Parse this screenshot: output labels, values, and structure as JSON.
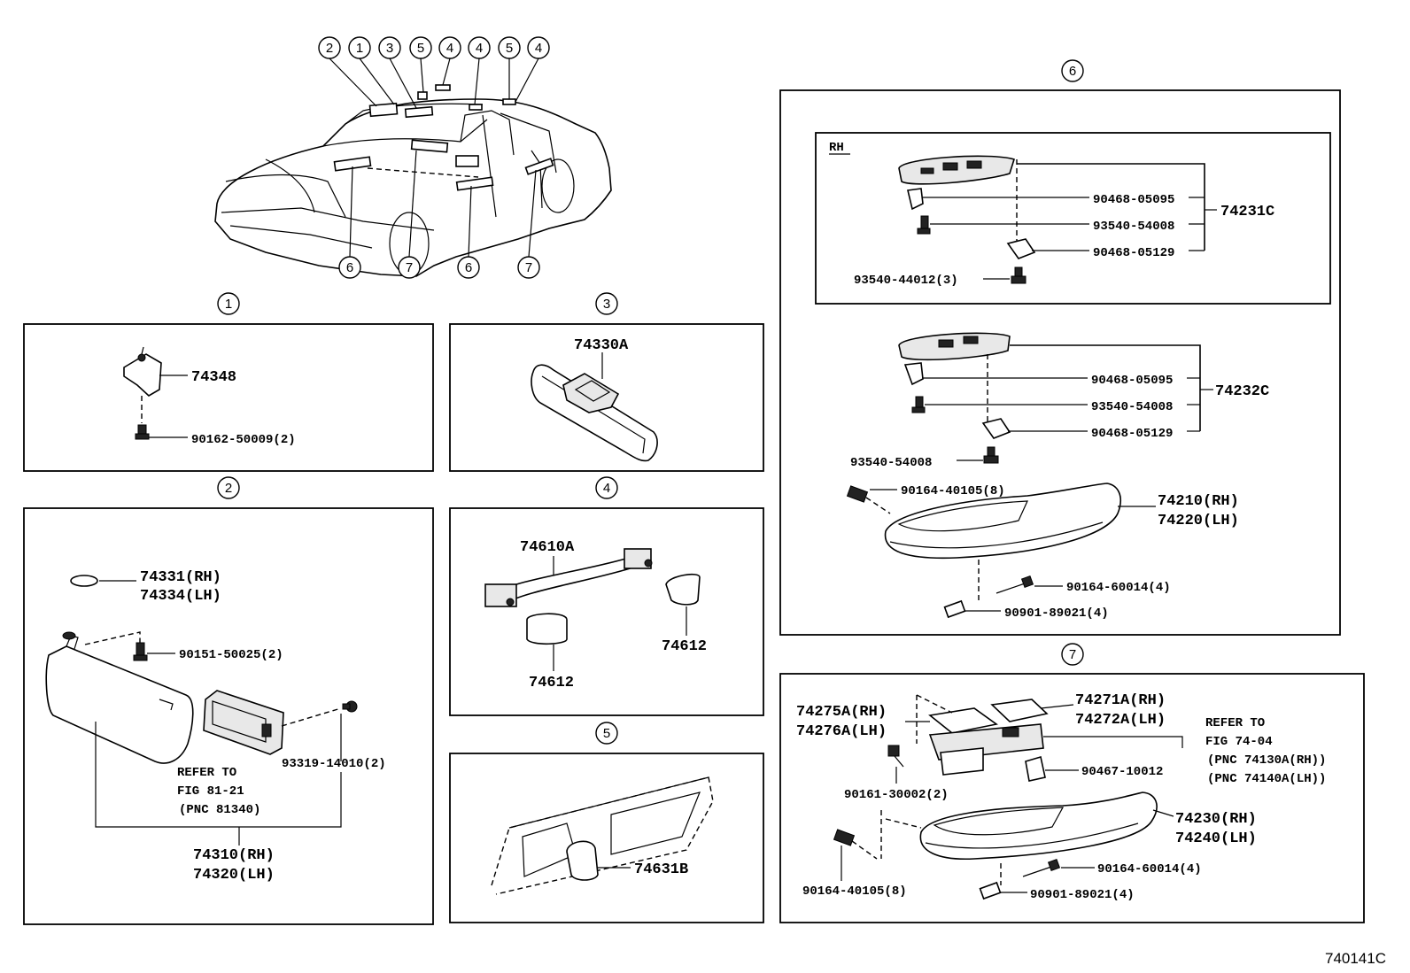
{
  "figure_code": "740141C",
  "overview": {
    "top_callouts": [
      "2",
      "1",
      "3",
      "5",
      "4",
      "4",
      "5",
      "4"
    ],
    "bottom_callouts": [
      "6",
      "7",
      "6",
      "7"
    ]
  },
  "panels": {
    "p1": {
      "number": "1",
      "labels": {
        "bracket": "74348",
        "screw": "90162-50009(2)"
      }
    },
    "p2": {
      "number": "2",
      "labels": {
        "cap_rh": "74331(RH)",
        "cap_lh": "74334(LH)",
        "screw": "90151-50025(2)",
        "clip": "93319-14010(2)",
        "refer1": "REFER TO",
        "refer2": "FIG 81-21",
        "refer3": "(PNC 81340)",
        "visor_rh": "74310(RH)",
        "visor_lh": "74320(LH)"
      }
    },
    "p3": {
      "number": "3",
      "labels": {
        "mirror": "74330A"
      }
    },
    "p4": {
      "number": "4",
      "labels": {
        "grip": "74610A",
        "cover_a": "74612",
        "cover_b": "74612"
      }
    },
    "p5": {
      "number": "5",
      "labels": {
        "holder": "74631B"
      }
    },
    "p6": {
      "number": "6",
      "rh_tag": "RH",
      "labels": {
        "rh_clip1": "90468-05095",
        "rh_screw1": "93540-54008",
        "rh_clip2": "90468-05129",
        "rh_screw2": "93540-44012(3)",
        "rh_panel": "74231C",
        "clip1": "90468-05095",
        "screw1": "93540-54008",
        "clip2": "90468-05129",
        "screw2": "93540-54008",
        "panel": "74232C",
        "clip3": "90164-40105(8)",
        "arm_rh": "74210(RH)",
        "arm_lh": "74220(LH)",
        "screw3": "90164-60014(4)",
        "nut": "90901-89021(4)"
      }
    },
    "p7": {
      "number": "7",
      "labels": {
        "bezel_rh": "74275A(RH)",
        "bezel_lh": "74276A(LH)",
        "cover_rh": "74271A(RH)",
        "cover_lh": "74272A(LH)",
        "refer1": "REFER TO",
        "refer2": "FIG 74-04",
        "refer3": "(PNC 74130A(RH))",
        "refer4": "(PNC 74140A(LH))",
        "clip": "90467-10012",
        "screw1": "90161-30002(2)",
        "arm_rh": "74230(RH)",
        "arm_lh": "74240(LH)",
        "screw2": "90164-60014(4)",
        "clip2": "90164-40105(8)",
        "nut": "90901-89021(4)"
      }
    }
  }
}
